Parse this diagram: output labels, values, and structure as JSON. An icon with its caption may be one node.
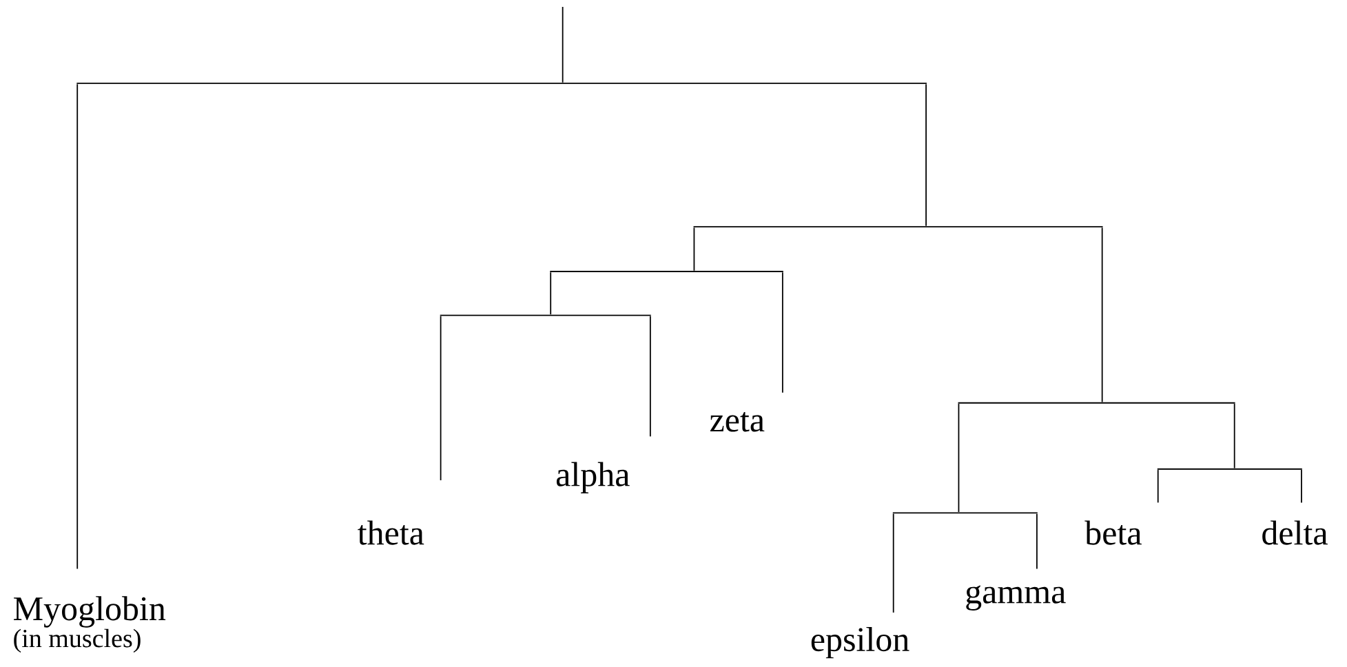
{
  "diagram": {
    "nodes": [
      {
        "text": [],
        "shape": "bar"
      },
      {
        "text": [
          "Myoglobin",
          "(in muscles)"
        ]
      },
      {
        "text": [],
        "shape": "bar"
      },
      {
        "text": [],
        "shape": "bar"
      },
      {
        "text": [],
        "shape": "bar"
      },
      {
        "text": [
          "theta"
        ]
      },
      {
        "text": [
          "alpha"
        ]
      },
      {
        "text": [
          "zeta"
        ]
      },
      {
        "text": [],
        "shape": "bar"
      },
      {
        "text": [],
        "shape": "bar"
      },
      {
        "text": [
          "epsilon"
        ]
      },
      {
        "text": [
          "gamma"
        ]
      },
      {
        "text": [],
        "shape": "bar"
      },
      {
        "text": [
          "beta"
        ]
      },
      {
        "text": [
          "delta"
        ]
      }
    ],
    "edges": [
      {
        "from": null,
        "to": 0,
        "arrow": "none"
      },
      {
        "from": 0,
        "to": 1,
        "arrow": "none"
      },
      {
        "from": 0,
        "to": 2,
        "arrow": "none"
      },
      {
        "from": 2,
        "to": 3,
        "arrow": "none"
      },
      {
        "from": 3,
        "to": 4,
        "arrow": "none"
      },
      {
        "from": 4,
        "to": 5,
        "arrow": "none"
      },
      {
        "from": 4,
        "to": 6,
        "arrow": "none"
      },
      {
        "from": 3,
        "to": 7,
        "arrow": "none"
      },
      {
        "from": 2,
        "to": 8,
        "arrow": "none"
      },
      {
        "from": 8,
        "to": 9,
        "arrow": "none"
      },
      {
        "from": 9,
        "to": 10,
        "arrow": "none"
      },
      {
        "from": 9,
        "to": 11,
        "arrow": "none"
      },
      {
        "from": 8,
        "to": 12,
        "arrow": "none"
      },
      {
        "from": 12,
        "to": 13,
        "arrow": "none"
      },
      {
        "from": 12,
        "to": 14,
        "arrow": "none"
      }
    ]
  }
}
